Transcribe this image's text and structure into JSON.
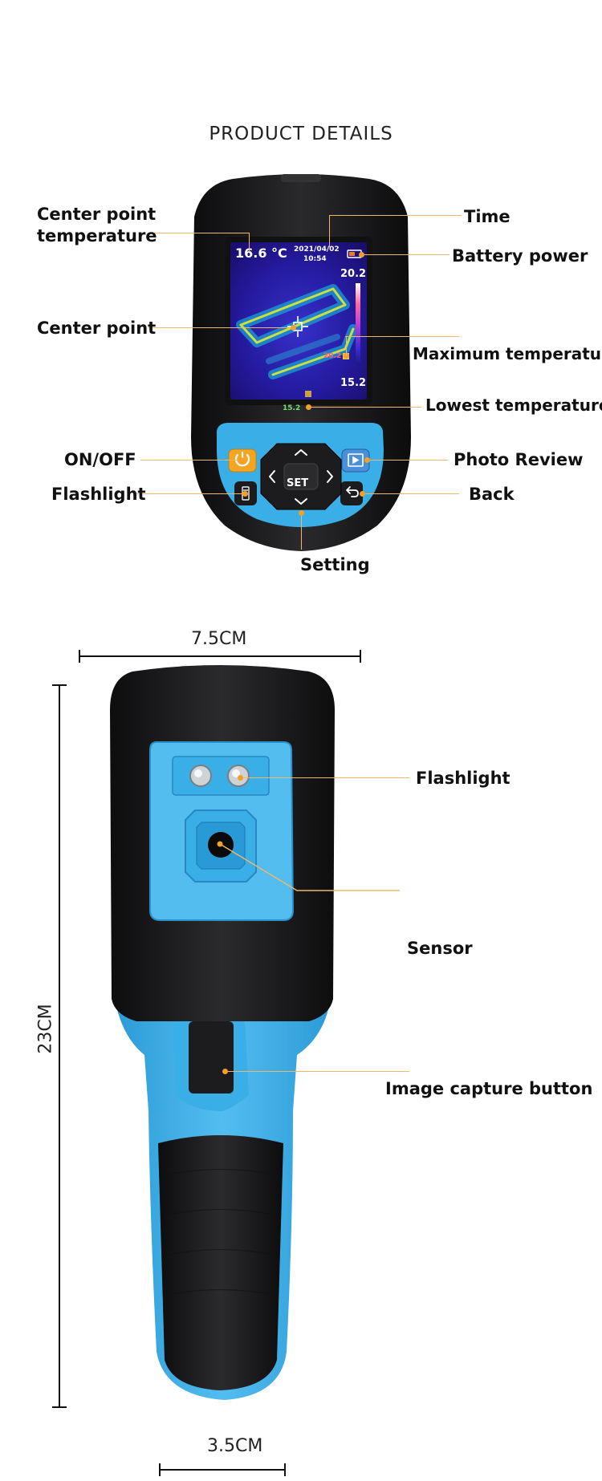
{
  "page": {
    "title": "PRODUCT DETAILS"
  },
  "front": {
    "labels": {
      "center_point_temperature": "Center point\ntemperature",
      "time": "Time",
      "battery_power": "Battery power",
      "center_point": "Center point",
      "maximum_temperature": "Maximum temperature",
      "lowest_temperature": "Lowest temperature",
      "on_off": "ON/OFF",
      "photo_review": "Photo Review",
      "flashlight": "Flashlight",
      "back": "Back",
      "setting": "Setting"
    },
    "screen": {
      "center_temp": "16.6 °C",
      "date": "2021/04/02",
      "clock": "10:54",
      "scale_max": "20.2",
      "scale_min": "15.2",
      "max_marker": "20.2",
      "min_marker": "15.2"
    },
    "keypad": {
      "set_label": "SET"
    }
  },
  "back": {
    "labels": {
      "flashlight": "Flashlight",
      "sensor": "Sensor",
      "image_capture_button": "Image capture button"
    }
  },
  "dimensions": {
    "width": "7.5CM",
    "height": "23CM",
    "grip": "3.5CM"
  },
  "colors": {
    "device_black": "#1c1c1e",
    "device_blue": "#3aaee6",
    "leader": "#f0b768",
    "power_button": "#f4a623"
  }
}
